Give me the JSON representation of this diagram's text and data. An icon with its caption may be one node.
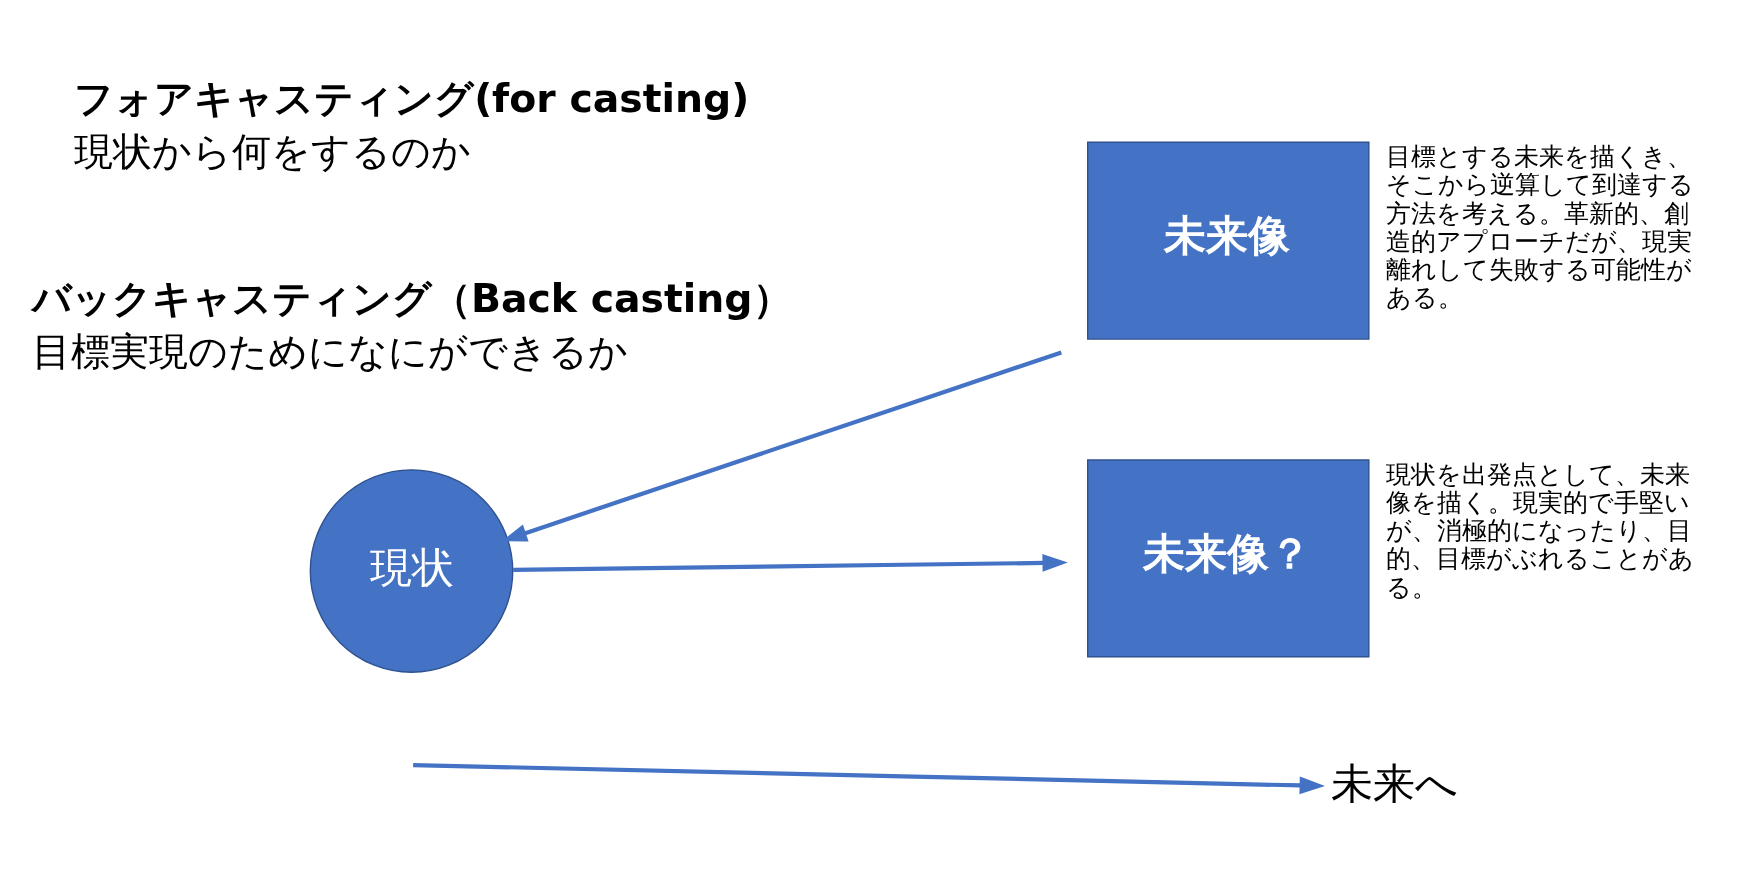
{
  "diagram": {
    "nodes": [
      {
        "text": [
          "未来像"
        ],
        "beside": [
          "目標とする未来を描くき、そこから逆算して到達する方法を考える。革新的、創造的アプローチだが、現実離れして失敗する可能性がある。"
        ]
      },
      {
        "text": [
          "未来像？"
        ],
        "beside": [
          "現状を出発点として、未来像を描く。現実的で手堅いが、消極的になったり、目的、目標がぶれることがある。"
        ]
      },
      {
        "text": [
          "現状"
        ]
      },
      {
        "text": [
          "未来へ"
        ]
      }
    ],
    "edges": [
      {
        "from": 0,
        "to": 2,
        "arrow": "to"
      },
      {
        "from": 2,
        "to": 1,
        "arrow": "to"
      },
      {
        "from": null,
        "to": 3,
        "arrow": "to"
      }
    ],
    "labels": [
      "バックキャスティング（Back casting）",
      "目標実現のためになにができるか",
      "フォアキャスティング(for casting)",
      "現状から何をするのか"
    ]
  }
}
